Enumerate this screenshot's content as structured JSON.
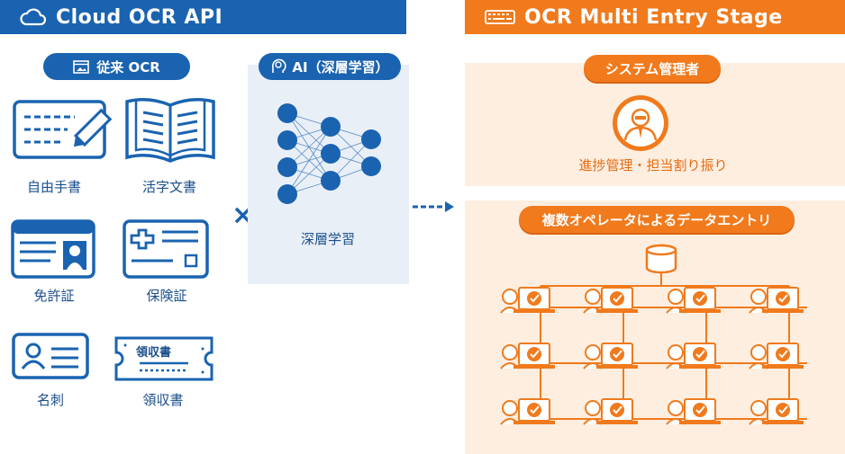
{
  "left_header": {
    "title": "Cloud OCR API",
    "icon": "cloud-icon"
  },
  "right_header": {
    "title": "OCR Multi Entry Stage",
    "icon": "keyboard-icon"
  },
  "traditional": {
    "title": "従来 OCR",
    "items": [
      {
        "label": "自由手書",
        "icon": "handwriting-form-icon"
      },
      {
        "label": "活字文書",
        "icon": "open-book-icon"
      },
      {
        "label": "免許証",
        "icon": "drivers-license-icon"
      },
      {
        "label": "保険証",
        "icon": "insurance-card-icon"
      },
      {
        "label": "名刺",
        "icon": "business-card-icon"
      },
      {
        "label": "領収書",
        "icon": "receipt-icon"
      }
    ],
    "receipt_text": "領収書"
  },
  "times_symbol": "×",
  "ai": {
    "title": "AI（深層学習）",
    "caption": "深層学習",
    "icon": "brain-head-icon"
  },
  "arrow": "dashed-arrow-icon",
  "admin": {
    "title": "システム管理者",
    "caption": "進捗管理・担当割り振り",
    "icon": "administrator-icon"
  },
  "entry": {
    "title": "複数オペレータによるデータエントリ",
    "icon": "database-icon"
  },
  "colors": {
    "blue": "#1a63b0",
    "orange": "#f07a1c",
    "light_blue": "#e9eff7",
    "light_orange": "#fdeee0"
  }
}
